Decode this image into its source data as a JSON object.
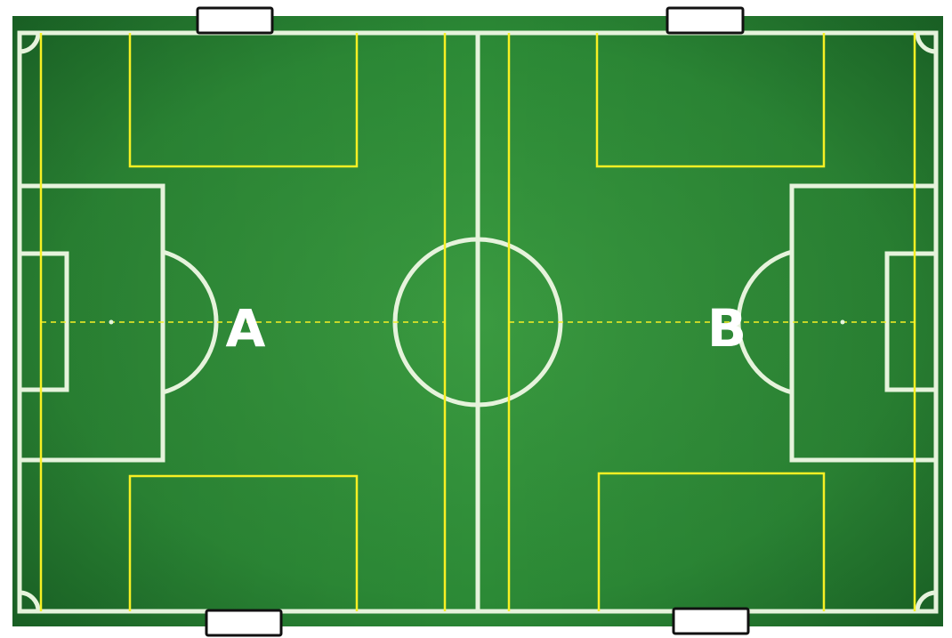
{
  "labels": {
    "zone_a": "A",
    "zone_b": "B"
  },
  "colors": {
    "grass": "#2f8f3a",
    "grass_dark": "#1f6e2a",
    "pitch_lines": "#e6f3dc",
    "zone_lines": "#f7f024",
    "markers_fill": "#ffffff",
    "markers_stroke": "#111111"
  },
  "diagram": {
    "elements": [
      "pitch-outline",
      "halfway-line",
      "center-circle",
      "left-penalty-area",
      "left-goal-area",
      "left-penalty-arc",
      "right-penalty-area",
      "right-goal-area",
      "right-penalty-arc",
      "corner-arcs",
      "yellow-zone-rectangles",
      "yellow-channel-lines",
      "dashed-midline",
      "sideline-markers"
    ]
  }
}
